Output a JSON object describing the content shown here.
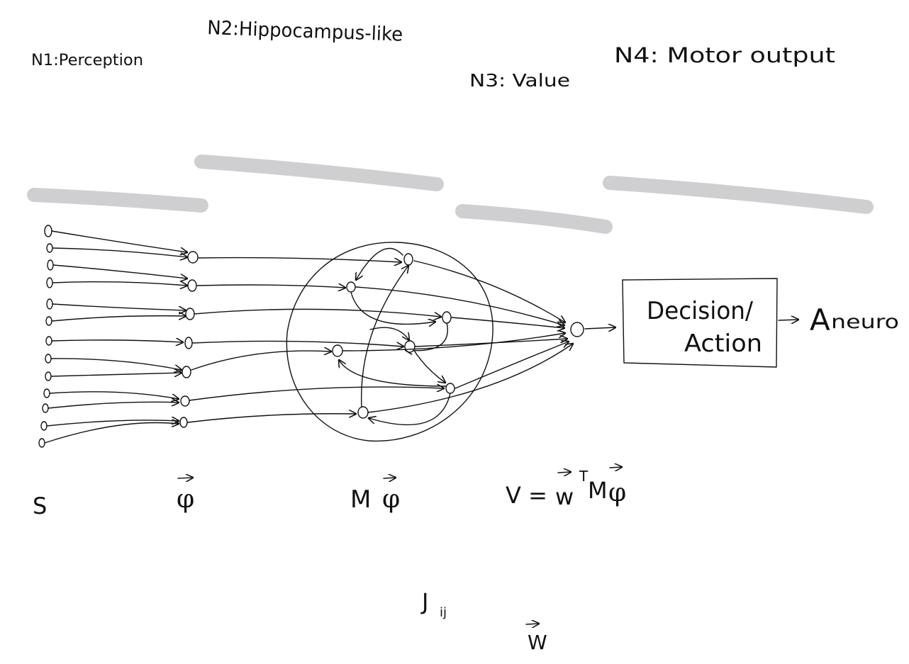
{
  "labels": {
    "n1": "N1:Perception",
    "n2": "N2:Hippocampus-like",
    "n3": "N3: Value",
    "n4": "N4: Motor output"
  },
  "box": {
    "line1": "Decision/",
    "line2": "Action"
  },
  "output": "A",
  "output_sub": "neuro",
  "math": {
    "s": "S",
    "phi": "φ",
    "m": "M",
    "m_phi": "φ",
    "v_prefix": "V = ",
    "v_w": "w",
    "v_t": "T",
    "v_m": "M",
    "v_phi": "φ",
    "j": "J",
    "j_sub": "ij",
    "w": "W"
  },
  "colors": {
    "ink": "#111111",
    "highlight": "#cfcfd1",
    "background": "#ffffff"
  }
}
